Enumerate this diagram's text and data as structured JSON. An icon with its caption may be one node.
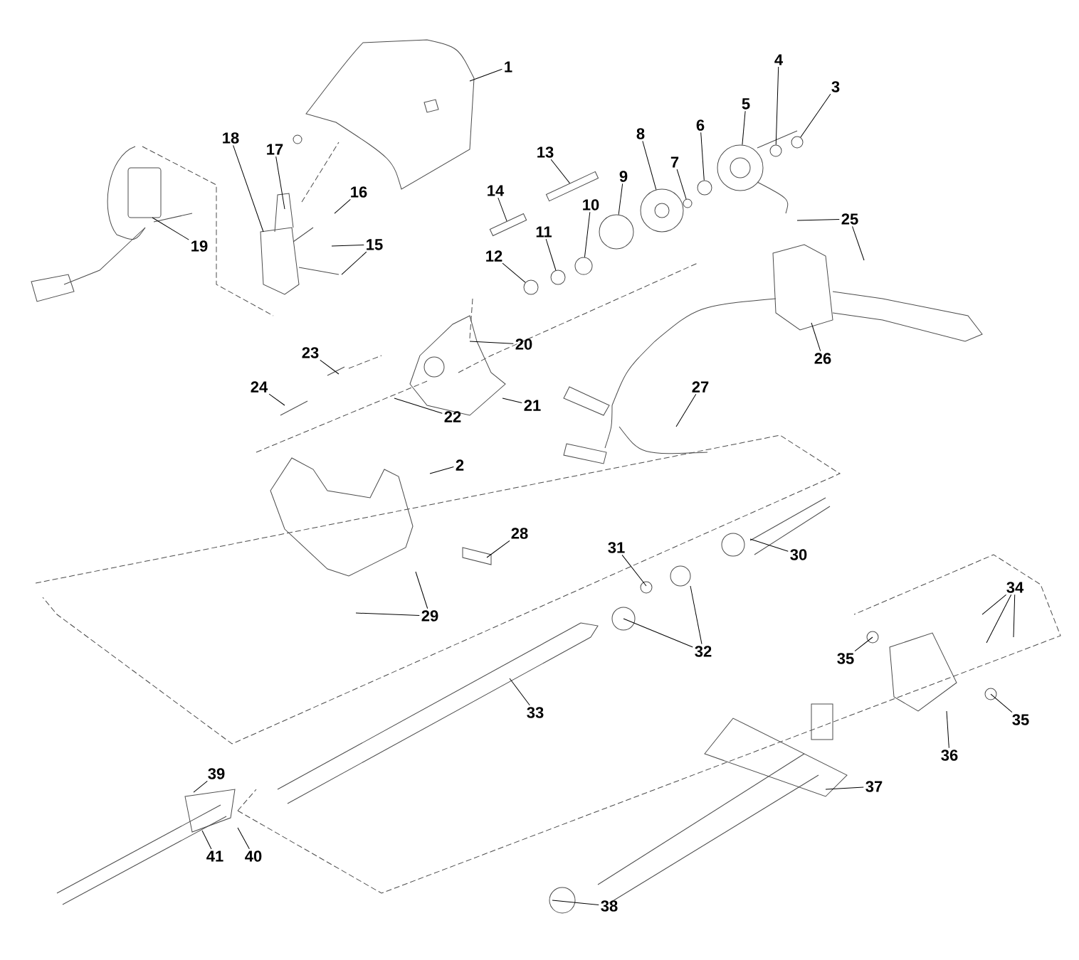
{
  "diagram": {
    "nodes": [
      {
        "text": [
          "1"
        ]
      },
      {
        "text": [
          "2"
        ]
      },
      {
        "text": [
          "3"
        ]
      },
      {
        "text": [
          "4"
        ]
      },
      {
        "text": [
          "5"
        ]
      },
      {
        "text": [
          "6"
        ]
      },
      {
        "text": [
          "7"
        ]
      },
      {
        "text": [
          "8"
        ]
      },
      {
        "text": [
          "9"
        ]
      },
      {
        "text": [
          "10"
        ]
      },
      {
        "text": [
          "11"
        ]
      },
      {
        "text": [
          "12"
        ]
      },
      {
        "text": [
          "13"
        ]
      },
      {
        "text": [
          "14"
        ]
      },
      {
        "text": [
          "15"
        ]
      },
      {
        "text": [
          "16"
        ]
      },
      {
        "text": [
          "17"
        ]
      },
      {
        "text": [
          "18"
        ]
      },
      {
        "text": [
          "19"
        ]
      },
      {
        "text": [
          "20"
        ]
      },
      {
        "text": [
          "21"
        ]
      },
      {
        "text": [
          "22"
        ]
      },
      {
        "text": [
          "23"
        ]
      },
      {
        "text": [
          "24"
        ]
      },
      {
        "text": [
          "25"
        ]
      },
      {
        "text": [
          "26"
        ]
      },
      {
        "text": [
          "27"
        ]
      },
      {
        "text": [
          "28"
        ]
      },
      {
        "text": [
          "29"
        ]
      },
      {
        "text": [
          "30"
        ]
      },
      {
        "text": [
          "31"
        ]
      },
      {
        "text": [
          "32"
        ]
      },
      {
        "text": [
          "33"
        ]
      },
      {
        "text": [
          "34"
        ]
      },
      {
        "text": [
          "35"
        ]
      },
      {
        "text": [
          "35"
        ]
      },
      {
        "text": [
          "36"
        ]
      },
      {
        "text": [
          "37"
        ]
      },
      {
        "text": [
          "38"
        ]
      },
      {
        "text": [
          "39"
        ]
      },
      {
        "text": [
          "40"
        ]
      },
      {
        "text": [
          "41"
        ]
      },
      {
        "text": [],
        "shape": "bar"
      },
      {
        "text": [],
        "shape": "circle"
      },
      {
        "text": [],
        "shape": "bar"
      },
      {
        "text": [],
        "shape": "circle"
      },
      {
        "text": [],
        "shape": "circle"
      },
      {
        "text": [],
        "shape": "circle"
      },
      {
        "text": [],
        "shape": "circle"
      },
      {
        "text": [],
        "shape": "circle"
      },
      {
        "text": [],
        "shape": "circle"
      },
      {
        "text": [],
        "shape": "circle"
      },
      {
        "text": [],
        "shape": "circle"
      },
      {
        "text": [],
        "shape": "circle"
      }
    ],
    "edges": [
      {
        "from": 0,
        "to": null,
        "arrow": "none"
      },
      {
        "from": 2,
        "to": 53,
        "arrow": "none"
      },
      {
        "from": 3,
        "to": 52,
        "arrow": "none"
      },
      {
        "from": 4,
        "to": 51,
        "arrow": "none"
      },
      {
        "from": 5,
        "to": 50,
        "arrow": "none"
      },
      {
        "from": 6,
        "to": 49,
        "arrow": "none"
      },
      {
        "from": 7,
        "to": 48,
        "arrow": "none"
      },
      {
        "from": 8,
        "to": 47,
        "arrow": "none"
      },
      {
        "from": 9,
        "to": 46,
        "arrow": "none"
      },
      {
        "from": 10,
        "to": 45,
        "arrow": "none"
      },
      {
        "from": 11,
        "to": 43,
        "arrow": "none"
      },
      {
        "from": 12,
        "to": 44,
        "arrow": "none"
      },
      {
        "from": 13,
        "to": 42,
        "arrow": "none"
      },
      {
        "from": 14,
        "to": null,
        "arrow": "none"
      },
      {
        "from": 14,
        "to": null,
        "arrow": "none"
      },
      {
        "from": 15,
        "to": null,
        "arrow": "none"
      },
      {
        "from": 16,
        "to": null,
        "arrow": "none"
      },
      {
        "from": 17,
        "to": null,
        "arrow": "none"
      },
      {
        "from": 18,
        "to": null,
        "arrow": "none"
      },
      {
        "from": 19,
        "to": null,
        "arrow": "none"
      },
      {
        "from": 20,
        "to": null,
        "arrow": "none"
      },
      {
        "from": 21,
        "to": null,
        "arrow": "none"
      },
      {
        "from": 22,
        "to": null,
        "arrow": "none"
      },
      {
        "from": 23,
        "to": null,
        "arrow": "none"
      },
      {
        "from": 24,
        "to": null,
        "arrow": "none"
      },
      {
        "from": 24,
        "to": null,
        "arrow": "none"
      },
      {
        "from": 25,
        "to": null,
        "arrow": "none"
      },
      {
        "from": 26,
        "to": null,
        "arrow": "none"
      },
      {
        "from": 1,
        "to": null,
        "arrow": "none"
      },
      {
        "from": 27,
        "to": null,
        "arrow": "none"
      },
      {
        "from": 28,
        "to": null,
        "arrow": "none"
      },
      {
        "from": 28,
        "to": null,
        "arrow": "none"
      },
      {
        "from": 29,
        "to": null,
        "arrow": "none"
      },
      {
        "from": 30,
        "to": null,
        "arrow": "none"
      },
      {
        "from": 31,
        "to": null,
        "arrow": "none"
      },
      {
        "from": 31,
        "to": null,
        "arrow": "none"
      },
      {
        "from": 32,
        "to": null,
        "arrow": "none"
      },
      {
        "from": 33,
        "to": null,
        "arrow": "none"
      },
      {
        "from": 33,
        "to": null,
        "arrow": "none"
      },
      {
        "from": 33,
        "to": null,
        "arrow": "none"
      },
      {
        "from": 34,
        "to": null,
        "arrow": "none"
      },
      {
        "from": 35,
        "to": null,
        "arrow": "none"
      },
      {
        "from": 36,
        "to": null,
        "arrow": "none"
      },
      {
        "from": 37,
        "to": null,
        "arrow": "none"
      },
      {
        "from": 38,
        "to": null,
        "arrow": "none"
      },
      {
        "from": 39,
        "to": null,
        "arrow": "none"
      },
      {
        "from": 40,
        "to": null,
        "arrow": "none"
      },
      {
        "from": 41,
        "to": null,
        "arrow": "none"
      }
    ]
  }
}
